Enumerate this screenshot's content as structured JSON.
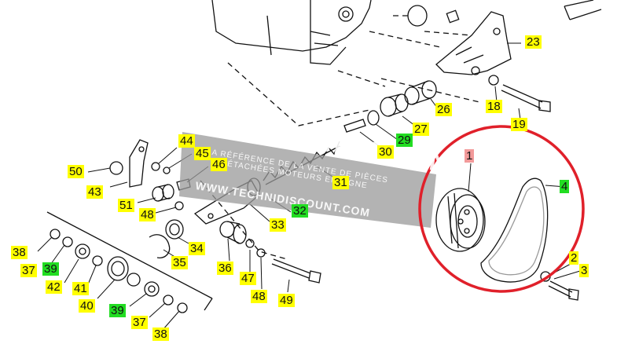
{
  "watermark": {
    "brand": "TECHNIDISCOUNT",
    "tagline_1": "LA RÉFÉRENCE DE LA VENTE DE PIÈCES",
    "tagline_2": "DÉTACHÉES MOTEURS EN LIGNE",
    "url": "WWW.TECHNIDISCOUNT.COM"
  },
  "colors": {
    "yellow": "#ffff00",
    "green": "#22dd22",
    "pink": "#f29a9a",
    "circle": "#e0202a",
    "band": "#9a9a9a"
  },
  "callouts": {
    "c23": "23",
    "c26": "26",
    "c18": "18",
    "c19": "19",
    "c27": "27",
    "c29": "29",
    "c30": "30",
    "c44": "44",
    "c45": "45",
    "c46": "46",
    "c50": "50",
    "c43": "43",
    "c31": "31",
    "c1": "1",
    "c4": "4",
    "c51": "51",
    "c48a": "48",
    "c32": "32",
    "c33": "33",
    "c34": "34",
    "c35": "35",
    "c38a": "38",
    "c37a": "37",
    "c39a": "39",
    "c42": "42",
    "c41": "41",
    "c40": "40",
    "c39b": "39",
    "c37b": "37",
    "c38b": "38",
    "c36": "36",
    "c47": "47",
    "c48b": "48",
    "c49": "49",
    "c2": "2",
    "c3": "3"
  }
}
